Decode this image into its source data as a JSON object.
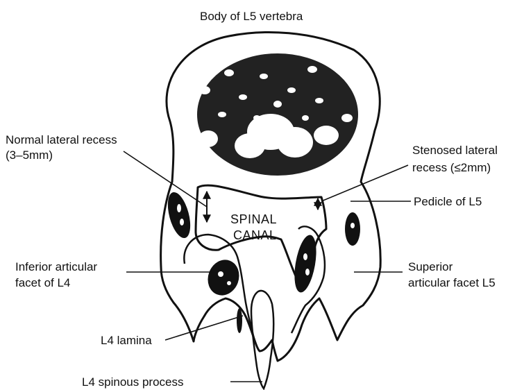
{
  "labels": {
    "title": "Body of L5 vertebra",
    "normal_recess_line1": "Normal lateral recess",
    "normal_recess_line2": "(3–5mm)",
    "stenosed_recess_line1": "Stenosed lateral",
    "stenosed_recess_line2": "recess (≤2mm)",
    "pedicle": "Pedicle of L5",
    "spinal_canal_line1": "SPINAL",
    "spinal_canal_line2": "CANAL",
    "inferior_facet_line1": "Inferior articular",
    "inferior_facet_line2": "facet of L4",
    "superior_facet_line1": "Superior",
    "superior_facet_line2": "articular facet L5",
    "lamina": "L4 lamina",
    "spinous_process": "L4 spinous process"
  },
  "colors": {
    "ink": "#111111",
    "paper": "#ffffff"
  }
}
